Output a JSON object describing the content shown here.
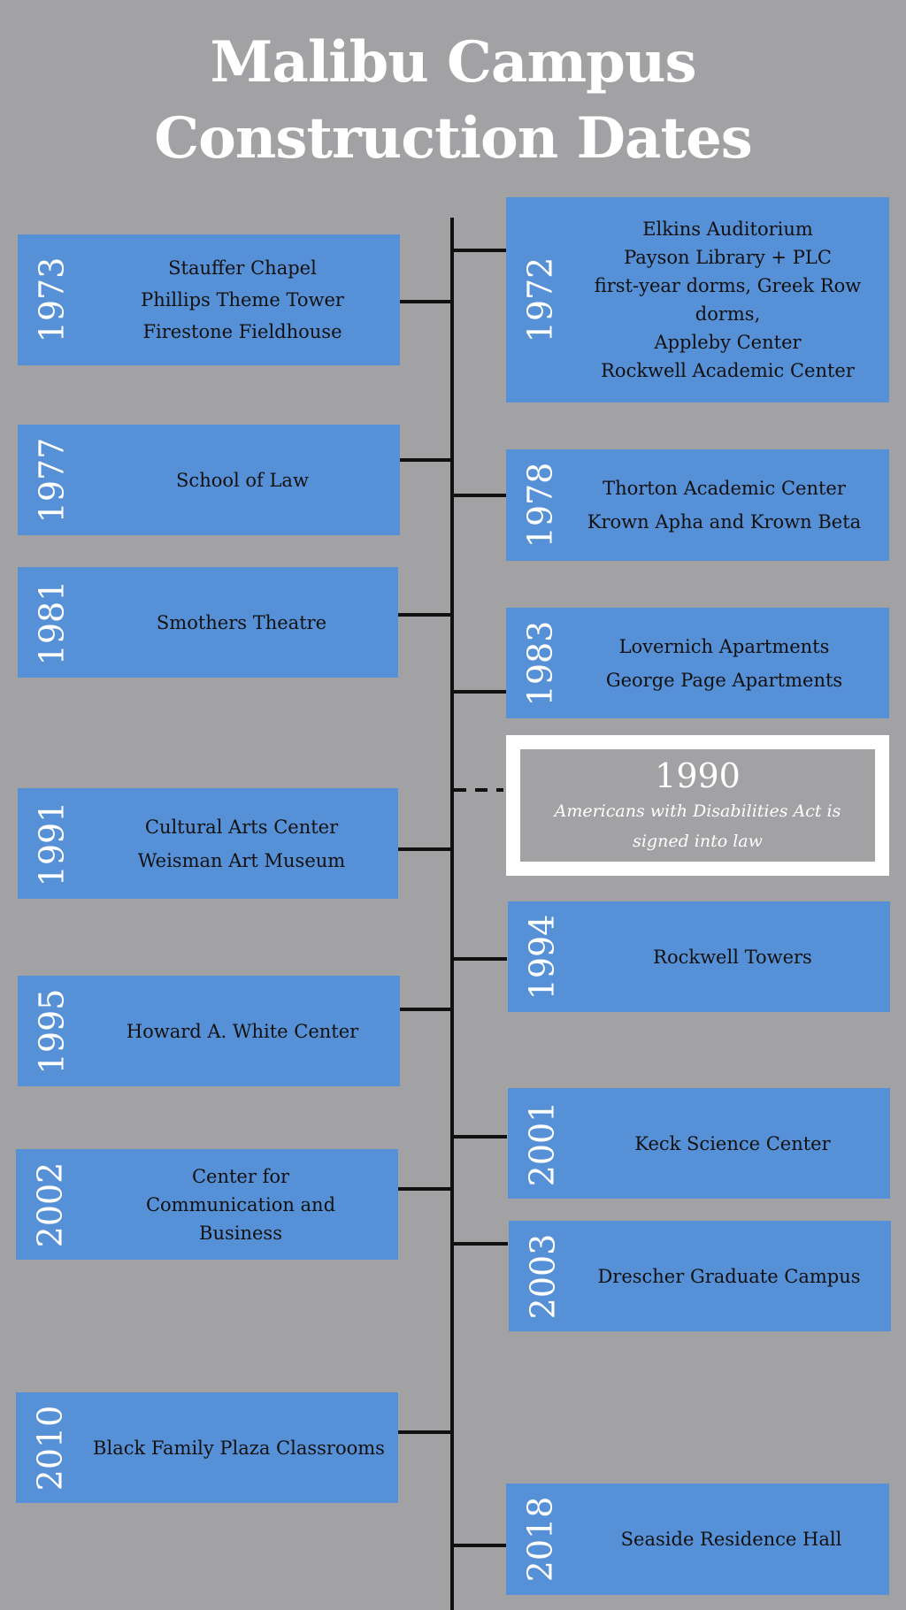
{
  "title": {
    "line1": "Malibu Campus",
    "line2": "Construction Dates"
  },
  "timeline": {
    "left": [
      {
        "year": "1973",
        "items": [
          "Stauffer Chapel",
          "Phillips Theme Tower",
          "Firestone Fieldhouse"
        ]
      },
      {
        "year": "1977",
        "items": [
          "School of Law"
        ]
      },
      {
        "year": "1981",
        "items": [
          "Smothers Theatre"
        ]
      },
      {
        "year": "1991",
        "items": [
          "Cultural Arts Center",
          "Weisman Art Museum"
        ]
      },
      {
        "year": "1995",
        "items": [
          "Howard A. White Center"
        ]
      },
      {
        "year": "2002",
        "items": [
          "Center for",
          "Communication and",
          "Business"
        ]
      },
      {
        "year": "2010",
        "items": [
          "Black Family Plaza Classrooms"
        ]
      }
    ],
    "right": [
      {
        "year": "1972",
        "items": [
          "Elkins Auditorium",
          "Payson Library + PLC",
          "first-year dorms, Greek Row",
          "dorms,",
          "Appleby Center",
          "Rockwell Academic Center"
        ]
      },
      {
        "year": "1978",
        "items": [
          "Thorton Academic Center",
          "Krown Apha and Krown Beta"
        ]
      },
      {
        "year": "1983",
        "items": [
          "Lovernich Apartments",
          "George Page Apartments"
        ]
      },
      {
        "year": "1994",
        "items": [
          "Rockwell Towers"
        ]
      },
      {
        "year": "2001",
        "items": [
          "Keck Science Center"
        ]
      },
      {
        "year": "2003",
        "items": [
          "Drescher Graduate Campus"
        ]
      },
      {
        "year": "2018",
        "items": [
          "Seaside Residence Hall"
        ]
      }
    ],
    "event": {
      "year": "1990",
      "line1": "Americans with Disabilities Act is",
      "line2": "signed into law"
    }
  }
}
